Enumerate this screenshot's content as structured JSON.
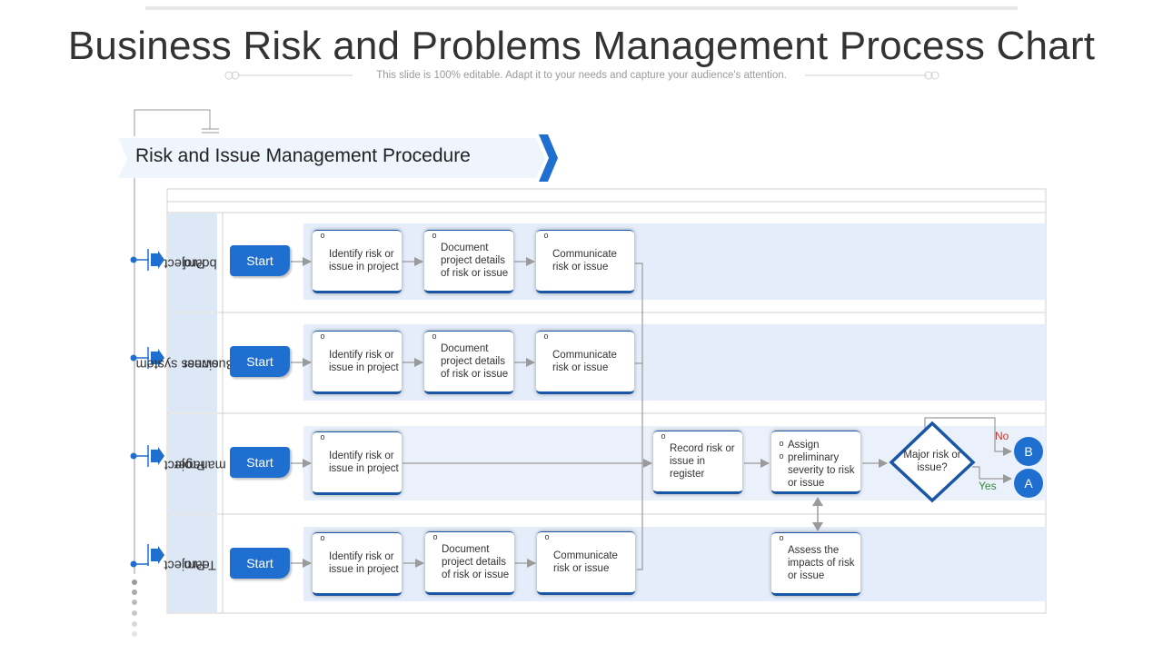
{
  "title": "Business Risk and Problems Management Process Chart",
  "subtitle": "This slide is 100% editable. Adapt it to your needs and capture your audience's attention.",
  "banner": "Risk and Issue Management Procedure",
  "colors": {
    "accent": "#1f6fd0",
    "dark_accent": "#1a56a6",
    "lane_fill": "#e4edf9",
    "label_fill": "#dde8f6",
    "no": "#c0392b",
    "yes": "#2e8b2e"
  },
  "lanes": [
    {
      "label_line1": "Project",
      "label_line2": "board",
      "start": "Start",
      "steps": [
        "Identify risk or issue in project",
        "Document project details of risk or issue",
        "Communicate risk or issue"
      ]
    },
    {
      "label_line1": "Business system",
      "label_line2": "owner",
      "start": "Start",
      "steps": [
        "Identify risk or issue in project",
        "Document project details of risk or issue",
        "Communicate risk or issue"
      ]
    },
    {
      "label_line1": "Project",
      "label_line2": "manager",
      "start": "Start",
      "steps": [
        "Identify risk or issue in project",
        "Record risk or issue in register",
        "Assign",
        "preliminary severity to risk or issue"
      ],
      "decision": "Major risk or issue?",
      "no": "No",
      "yes": "Yes",
      "b": "B",
      "a": "A"
    },
    {
      "label_line1": "Project",
      "label_line2": "Team",
      "start": "Start",
      "steps": [
        "Identify risk or issue in project",
        "Document project details of risk or issue",
        "Communicate risk or issue",
        "Assess the impacts of risk or issue"
      ]
    }
  ]
}
